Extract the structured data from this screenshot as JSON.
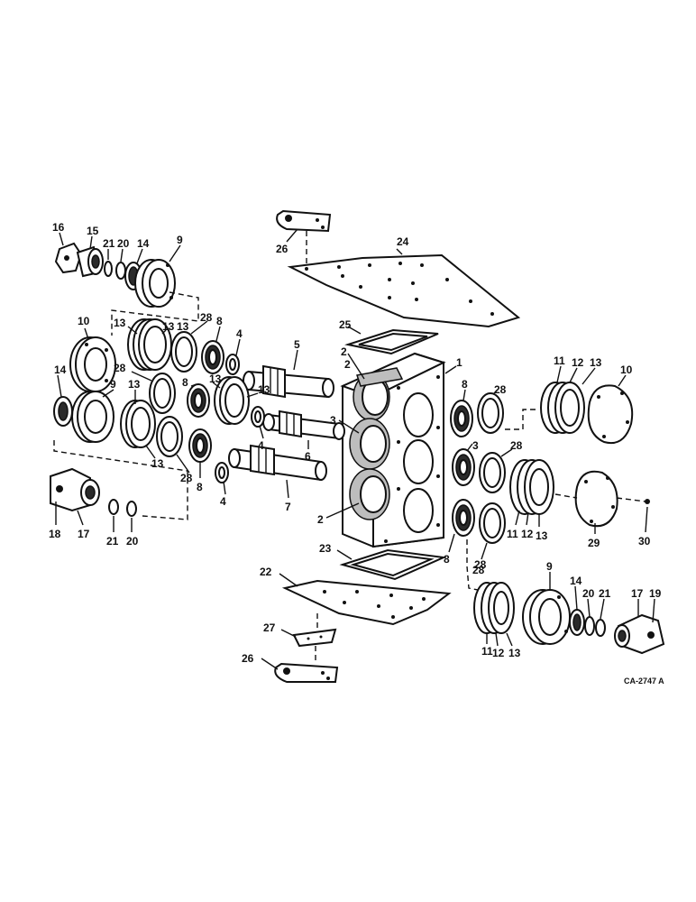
{
  "diagram": {
    "drawing_code": "CA-2747 A",
    "labels": {
      "l1": "1",
      "l2a": "2",
      "l2b": "2",
      "l2c": "2",
      "l3a": "3",
      "l3b": "3",
      "l4a": "4",
      "l4b": "4",
      "l4c": "4",
      "l5": "5",
      "l6": "6",
      "l7": "7",
      "l8a": "8",
      "l8b": "8",
      "l8c": "8",
      "l8d": "8",
      "l8e": "8",
      "l9a": "9",
      "l9b": "9",
      "l9c": "9",
      "l10a": "10",
      "l10b": "10",
      "l11a": "11",
      "l11b": "11",
      "l11c": "11",
      "l12a": "12",
      "l12b": "12",
      "l12c": "12",
      "l13a": "13",
      "l13b": "13",
      "l13c": "13",
      "l13d": "13",
      "l13e": "13",
      "l13f": "13",
      "l13g": "13",
      "l13h": "13",
      "l13i": "13",
      "l13j": "13",
      "l14a": "14",
      "l14b": "14",
      "l14c": "14",
      "l15": "15",
      "l16": "16",
      "l17a": "17",
      "l17b": "17",
      "l18": "18",
      "l19": "19",
      "l20a": "20",
      "l20b": "20",
      "l20c": "20",
      "l21a": "21",
      "l21b": "21",
      "l21c": "21",
      "l22": "22",
      "l23": "23",
      "l24": "24",
      "l25": "25",
      "l26a": "26",
      "l26b": "26",
      "l27": "27",
      "l28a": "28",
      "l28b": "28",
      "l28c": "28",
      "l28d": "28",
      "l28e": "28",
      "l28f": "28",
      "l28g": "28",
      "l29": "29",
      "l30": "30"
    }
  }
}
